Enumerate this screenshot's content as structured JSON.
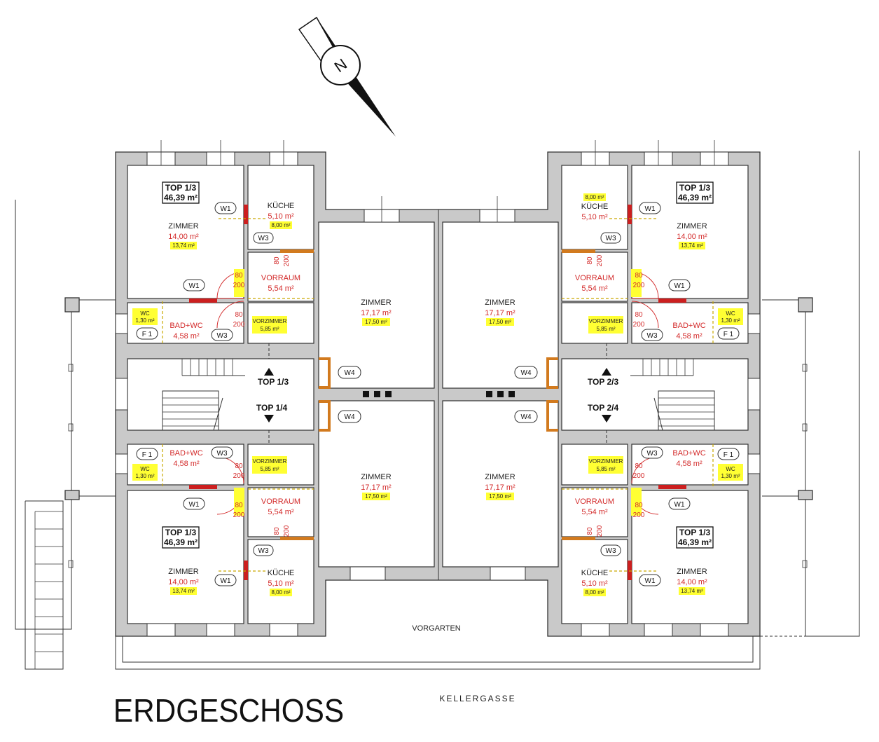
{
  "plan": {
    "title": "ERDGESCHOSS",
    "street": "KELLERGASSE",
    "garden": "VORGARTEN",
    "north": "N",
    "units": {
      "tl": {
        "top": "TOP 1/3",
        "total": "46,39 m²",
        "zimmer": "ZIMMER",
        "zimmer_area": "14,00 m²",
        "zimmer_alt": "13,74 m²",
        "kueche": "KÜCHE",
        "kueche_area": "5,10 m²",
        "kueche_alt": "8,00 m²",
        "vorraum": "VORRAUM",
        "vorraum_area": "5,54 m²",
        "bad": "BAD+WC",
        "bad_area": "4,58 m²",
        "wc": "WC",
        "wc_area": "1,30 m²",
        "vorzimmer": "VORZIMMER",
        "vorzimmer_area": "5,85 m²"
      },
      "bl": {
        "top": "TOP 1/3",
        "total": "46,39 m²",
        "zimmer": "ZIMMER",
        "zimmer_area": "14,00 m²",
        "zimmer_alt": "13,74 m²",
        "kueche": "KÜCHE",
        "kueche_area": "5,10 m²",
        "kueche_alt": "8,00 m²",
        "vorraum": "VORRAUM",
        "vorraum_area": "5,54 m²",
        "bad": "BAD+WC",
        "bad_area": "4,58 m²",
        "wc": "WC",
        "wc_area": "1,30 m²",
        "vorzimmer": "VORZIMMER",
        "vorzimmer_area": "5,85 m²"
      },
      "tr": {
        "top": "TOP 1/3",
        "total": "46,39 m²",
        "zimmer": "ZIMMER",
        "zimmer_area": "14,00 m²",
        "zimmer_alt": "13,74 m²",
        "kueche": "KÜCHE",
        "kueche_area": "5,10 m²",
        "kueche_alt": "8,00 m²",
        "vorraum": "VORRAUM",
        "vorraum_area": "5,54 m²",
        "bad": "BAD+WC",
        "bad_area": "4,58 m²",
        "wc": "WC",
        "wc_area": "1,30 m²",
        "vorzimmer": "VORZIMMER",
        "vorzimmer_area": "5,85 m²"
      },
      "br": {
        "top": "TOP 1/3",
        "total": "46,39 m²",
        "zimmer": "ZIMMER",
        "zimmer_area": "14,00 m²",
        "zimmer_alt": "13,74 m²",
        "kueche": "KÜCHE",
        "kueche_area": "5,10 m²",
        "kueche_alt": "8,00 m²",
        "vorraum": "VORRAUM",
        "vorraum_area": "5,54 m²",
        "bad": "BAD+WC",
        "bad_area": "4,58 m²",
        "wc": "WC",
        "wc_area": "1,30 m²",
        "vorzimmer": "VORZIMMER",
        "vorzimmer_area": "5,85 m²"
      }
    },
    "center_rooms": {
      "label": "ZIMMER",
      "area": "17,17 m²",
      "alt": "17,50 m²"
    },
    "stairs": {
      "left_up": "TOP 1/3",
      "left_down": "TOP 1/4",
      "right_up": "TOP 2/3",
      "right_down": "TOP 2/4"
    },
    "tags": {
      "w1": "W1",
      "w3": "W3",
      "w4": "W4",
      "f1": "F 1"
    },
    "door_dims": {
      "w": "80",
      "h": "200"
    }
  }
}
